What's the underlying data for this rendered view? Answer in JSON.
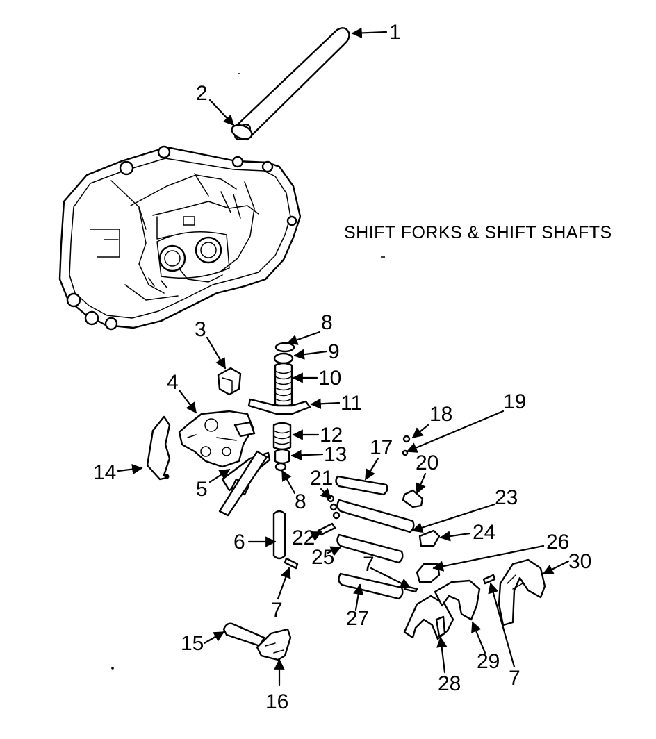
{
  "title": "SHIFT FORKS & SHIFT SHAFTS",
  "callouts": [
    {
      "id": "c1",
      "label": "1"
    },
    {
      "id": "c2",
      "label": "2"
    },
    {
      "id": "c3",
      "label": "3"
    },
    {
      "id": "c4",
      "label": "4"
    },
    {
      "id": "c5",
      "label": "5"
    },
    {
      "id": "c6",
      "label": "6"
    },
    {
      "id": "c7a",
      "label": "7"
    },
    {
      "id": "c7b",
      "label": "7"
    },
    {
      "id": "c7c",
      "label": "7"
    },
    {
      "id": "c8a",
      "label": "8"
    },
    {
      "id": "c8b",
      "label": "8"
    },
    {
      "id": "c9",
      "label": "9"
    },
    {
      "id": "c10",
      "label": "10"
    },
    {
      "id": "c11",
      "label": "11"
    },
    {
      "id": "c12",
      "label": "12"
    },
    {
      "id": "c13",
      "label": "13"
    },
    {
      "id": "c14",
      "label": "14"
    },
    {
      "id": "c15",
      "label": "15"
    },
    {
      "id": "c16",
      "label": "16"
    },
    {
      "id": "c17",
      "label": "17"
    },
    {
      "id": "c18",
      "label": "18"
    },
    {
      "id": "c19",
      "label": "19"
    },
    {
      "id": "c20",
      "label": "20"
    },
    {
      "id": "c21",
      "label": "21"
    },
    {
      "id": "c22",
      "label": "22"
    },
    {
      "id": "c23",
      "label": "23"
    },
    {
      "id": "c24",
      "label": "24"
    },
    {
      "id": "c25",
      "label": "25"
    },
    {
      "id": "c26",
      "label": "26"
    },
    {
      "id": "c27",
      "label": "27"
    },
    {
      "id": "c28",
      "label": "28"
    },
    {
      "id": "c29",
      "label": "29"
    },
    {
      "id": "c30",
      "label": "30"
    }
  ]
}
